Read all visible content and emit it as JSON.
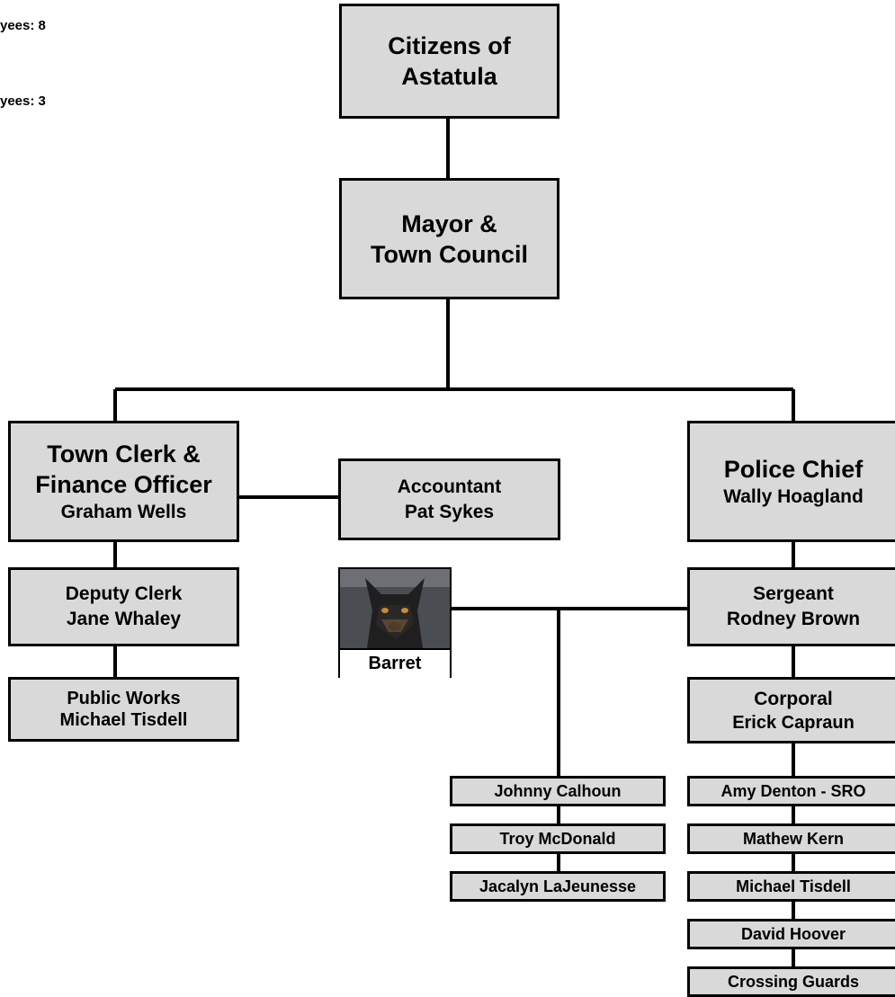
{
  "notes": [
    "yees: 8",
    "yees: 3"
  ],
  "citizens": [
    "Citizens of",
    "Astatula"
  ],
  "council": [
    "Mayor &",
    "Town Council"
  ],
  "clerk": {
    "title1": "Town Clerk &",
    "title2": "Finance Officer",
    "name": "Graham Wells"
  },
  "accountant": {
    "title": "Accountant",
    "name": "Pat Sykes"
  },
  "chief": {
    "title": "Police Chief",
    "name": "Wally Hoagland"
  },
  "deputy": {
    "title": "Deputy Clerk",
    "name": "Jane Whaley"
  },
  "public_works": {
    "title": "Public Works",
    "name": "Michael Tisdell"
  },
  "k9": {
    "name": "Barret",
    "icon": "dog-photo"
  },
  "sergeant": {
    "title": "Sergeant",
    "name": "Rodney Brown"
  },
  "corporal": {
    "title": "Corporal",
    "name": "Erick Capraun"
  },
  "middle_staff": [
    "Johnny Calhoun",
    "Troy McDonald",
    "Jacalyn LaJeunesse"
  ],
  "right_staff": [
    "Amy Denton - SRO",
    "Mathew Kern",
    "Michael Tisdell",
    "David Hoover",
    "Crossing Guards"
  ],
  "colors": {
    "box_fill": "#d9d9d9",
    "line": "#000000"
  }
}
